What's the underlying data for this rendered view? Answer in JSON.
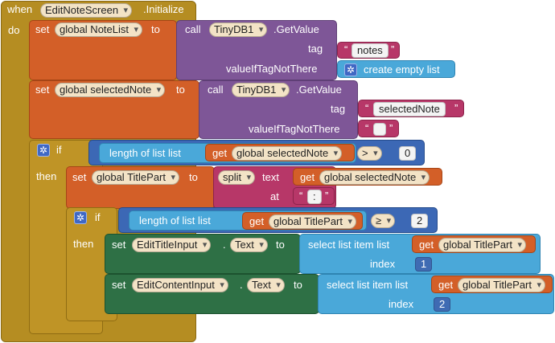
{
  "event": {
    "when": "when",
    "component": "EditNoteScreen",
    "event": ".Initialize",
    "do": "do"
  },
  "kw": {
    "set": "set",
    "to": "to",
    "call": "call",
    "get": "get",
    "if": "if",
    "then": "then",
    "text": "text",
    "at": "at",
    "index": "index",
    "dot": "."
  },
  "set_notelist": {
    "var": "global NoteList",
    "db": "TinyDB1",
    "method": ".GetValue",
    "tag_label": "tag",
    "tag_value": "notes",
    "vitn_label": "valueIfTagNotThere",
    "empty_list": "create empty list"
  },
  "set_selected": {
    "var": "global selectedNote",
    "db": "TinyDB1",
    "method": ".GetValue",
    "tag_label": "tag",
    "tag_value": "selectedNote",
    "vitn_label": "valueIfTagNotThere",
    "empty_value": ""
  },
  "if1": {
    "length_label": "length of list  list",
    "get_var": "global selectedNote",
    "op": ">",
    "num": "0"
  },
  "set_titlepart": {
    "var": "global TitlePart",
    "split": "split",
    "get_var": "global selectedNote",
    "sep": ":"
  },
  "if2": {
    "length_label": "length of list  list",
    "get_var": "global TitlePart",
    "op": "≥",
    "num": "2"
  },
  "set_title_input": {
    "component": "EditTitleInput",
    "prop": "Text",
    "select_label": "select list item  list",
    "get_var": "global TitlePart",
    "index": "1"
  },
  "set_content_input": {
    "component": "EditContentInput",
    "prop": "Text",
    "select_label": "select list item  list",
    "get_var": "global TitlePart",
    "index": "2"
  },
  "icons": {
    "mutator": "gear-icon",
    "dropdown": "chevron-down-icon"
  },
  "colors": {
    "event": "#b58d22",
    "variable": "#d35f28",
    "procedure": "#7e5697",
    "text": "#b73768",
    "list": "#4aa8d9",
    "control": "#bf9426",
    "math": "#3c68b5",
    "component": "#2e7045"
  }
}
